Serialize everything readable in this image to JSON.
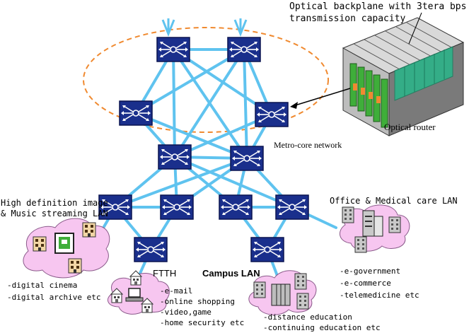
{
  "labels": {
    "backplane_line1": "Optical backplane with 3tera bps",
    "backplane_line2": "transmission capacity",
    "optical_router": "Optical router",
    "metro_core": "Metro-core network",
    "hd_line1": "High definition image",
    "hd_line2": "& Music streaming LAN",
    "office_lan": "Office & Medical care LAN",
    "ftth": "FTTH",
    "campus": "Campus LAN"
  },
  "hd_items": [
    "-digital cinema",
    "-digital archive etc"
  ],
  "ftth_items": [
    "-e-mail",
    "-online shopping",
    "-video,game",
    "-home security etc"
  ],
  "campus_items": [
    "-distance education",
    "-continuing education etc"
  ],
  "office_items": [
    "-e-government",
    "-e-commerce",
    "-telemedicine etc"
  ],
  "colors": {
    "link": "#5fc3ef",
    "router_fill": "#1a2f8c",
    "router_border": "#0a1450",
    "cloud": "#f7c6f0",
    "ellipse": "#f08a30"
  }
}
